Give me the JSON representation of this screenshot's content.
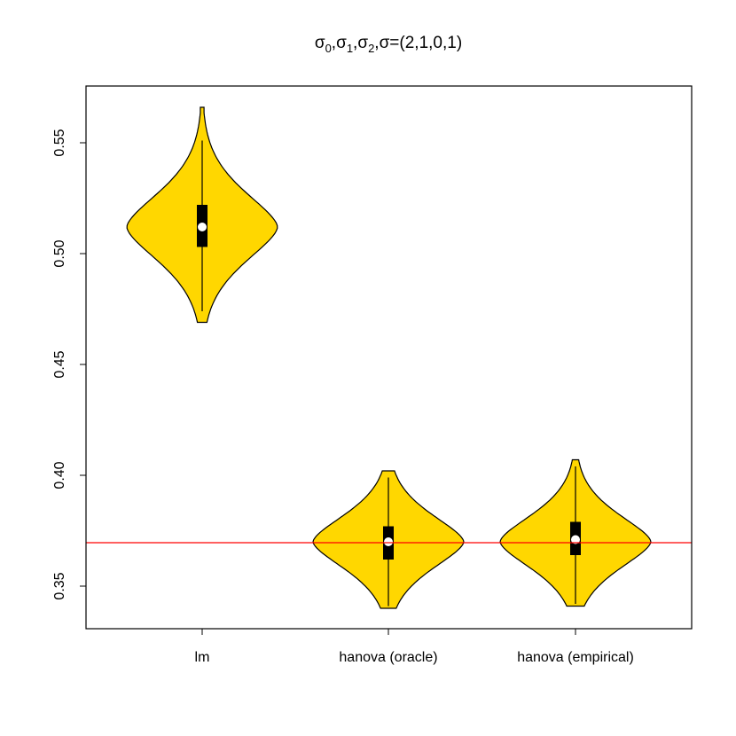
{
  "chart_data": {
    "type": "violin",
    "title": "σ0,σ1,σ2,σ=(2,1,0,1)",
    "title_parts": {
      "base": "σ",
      "subs": [
        "0",
        "1",
        "2"
      ],
      "suffix": "=(2,1,0,1)"
    },
    "xlabel": "",
    "ylabel": "",
    "ylim": [
      0.332,
      0.577
    ],
    "yticks": [
      0.35,
      0.4,
      0.45,
      0.5,
      0.55
    ],
    "ytick_labels": [
      "0.35",
      "0.40",
      "0.45",
      "0.50",
      "0.55"
    ],
    "categories": [
      "lm",
      "hanova (oracle)",
      "hanova (empirical)"
    ],
    "series": [
      {
        "name": "lm",
        "min": 0.469,
        "max": 0.566,
        "whisker_low": 0.474,
        "whisker_high": 0.551,
        "q1": 0.503,
        "median": 0.512,
        "q3": 0.522,
        "mode": 0.512
      },
      {
        "name": "hanova (oracle)",
        "min": 0.34,
        "max": 0.402,
        "whisker_low": 0.341,
        "whisker_high": 0.399,
        "q1": 0.362,
        "median": 0.37,
        "q3": 0.377,
        "mode": 0.37
      },
      {
        "name": "hanova (empirical)",
        "min": 0.341,
        "max": 0.407,
        "whisker_low": 0.342,
        "whisker_high": 0.404,
        "q1": 0.364,
        "median": 0.371,
        "q3": 0.379,
        "mode": 0.37
      }
    ],
    "reference_line": {
      "y": 0.3696,
      "color": "#ff0000"
    },
    "fill_color": "#ffd700",
    "grid": false,
    "legend": null
  }
}
